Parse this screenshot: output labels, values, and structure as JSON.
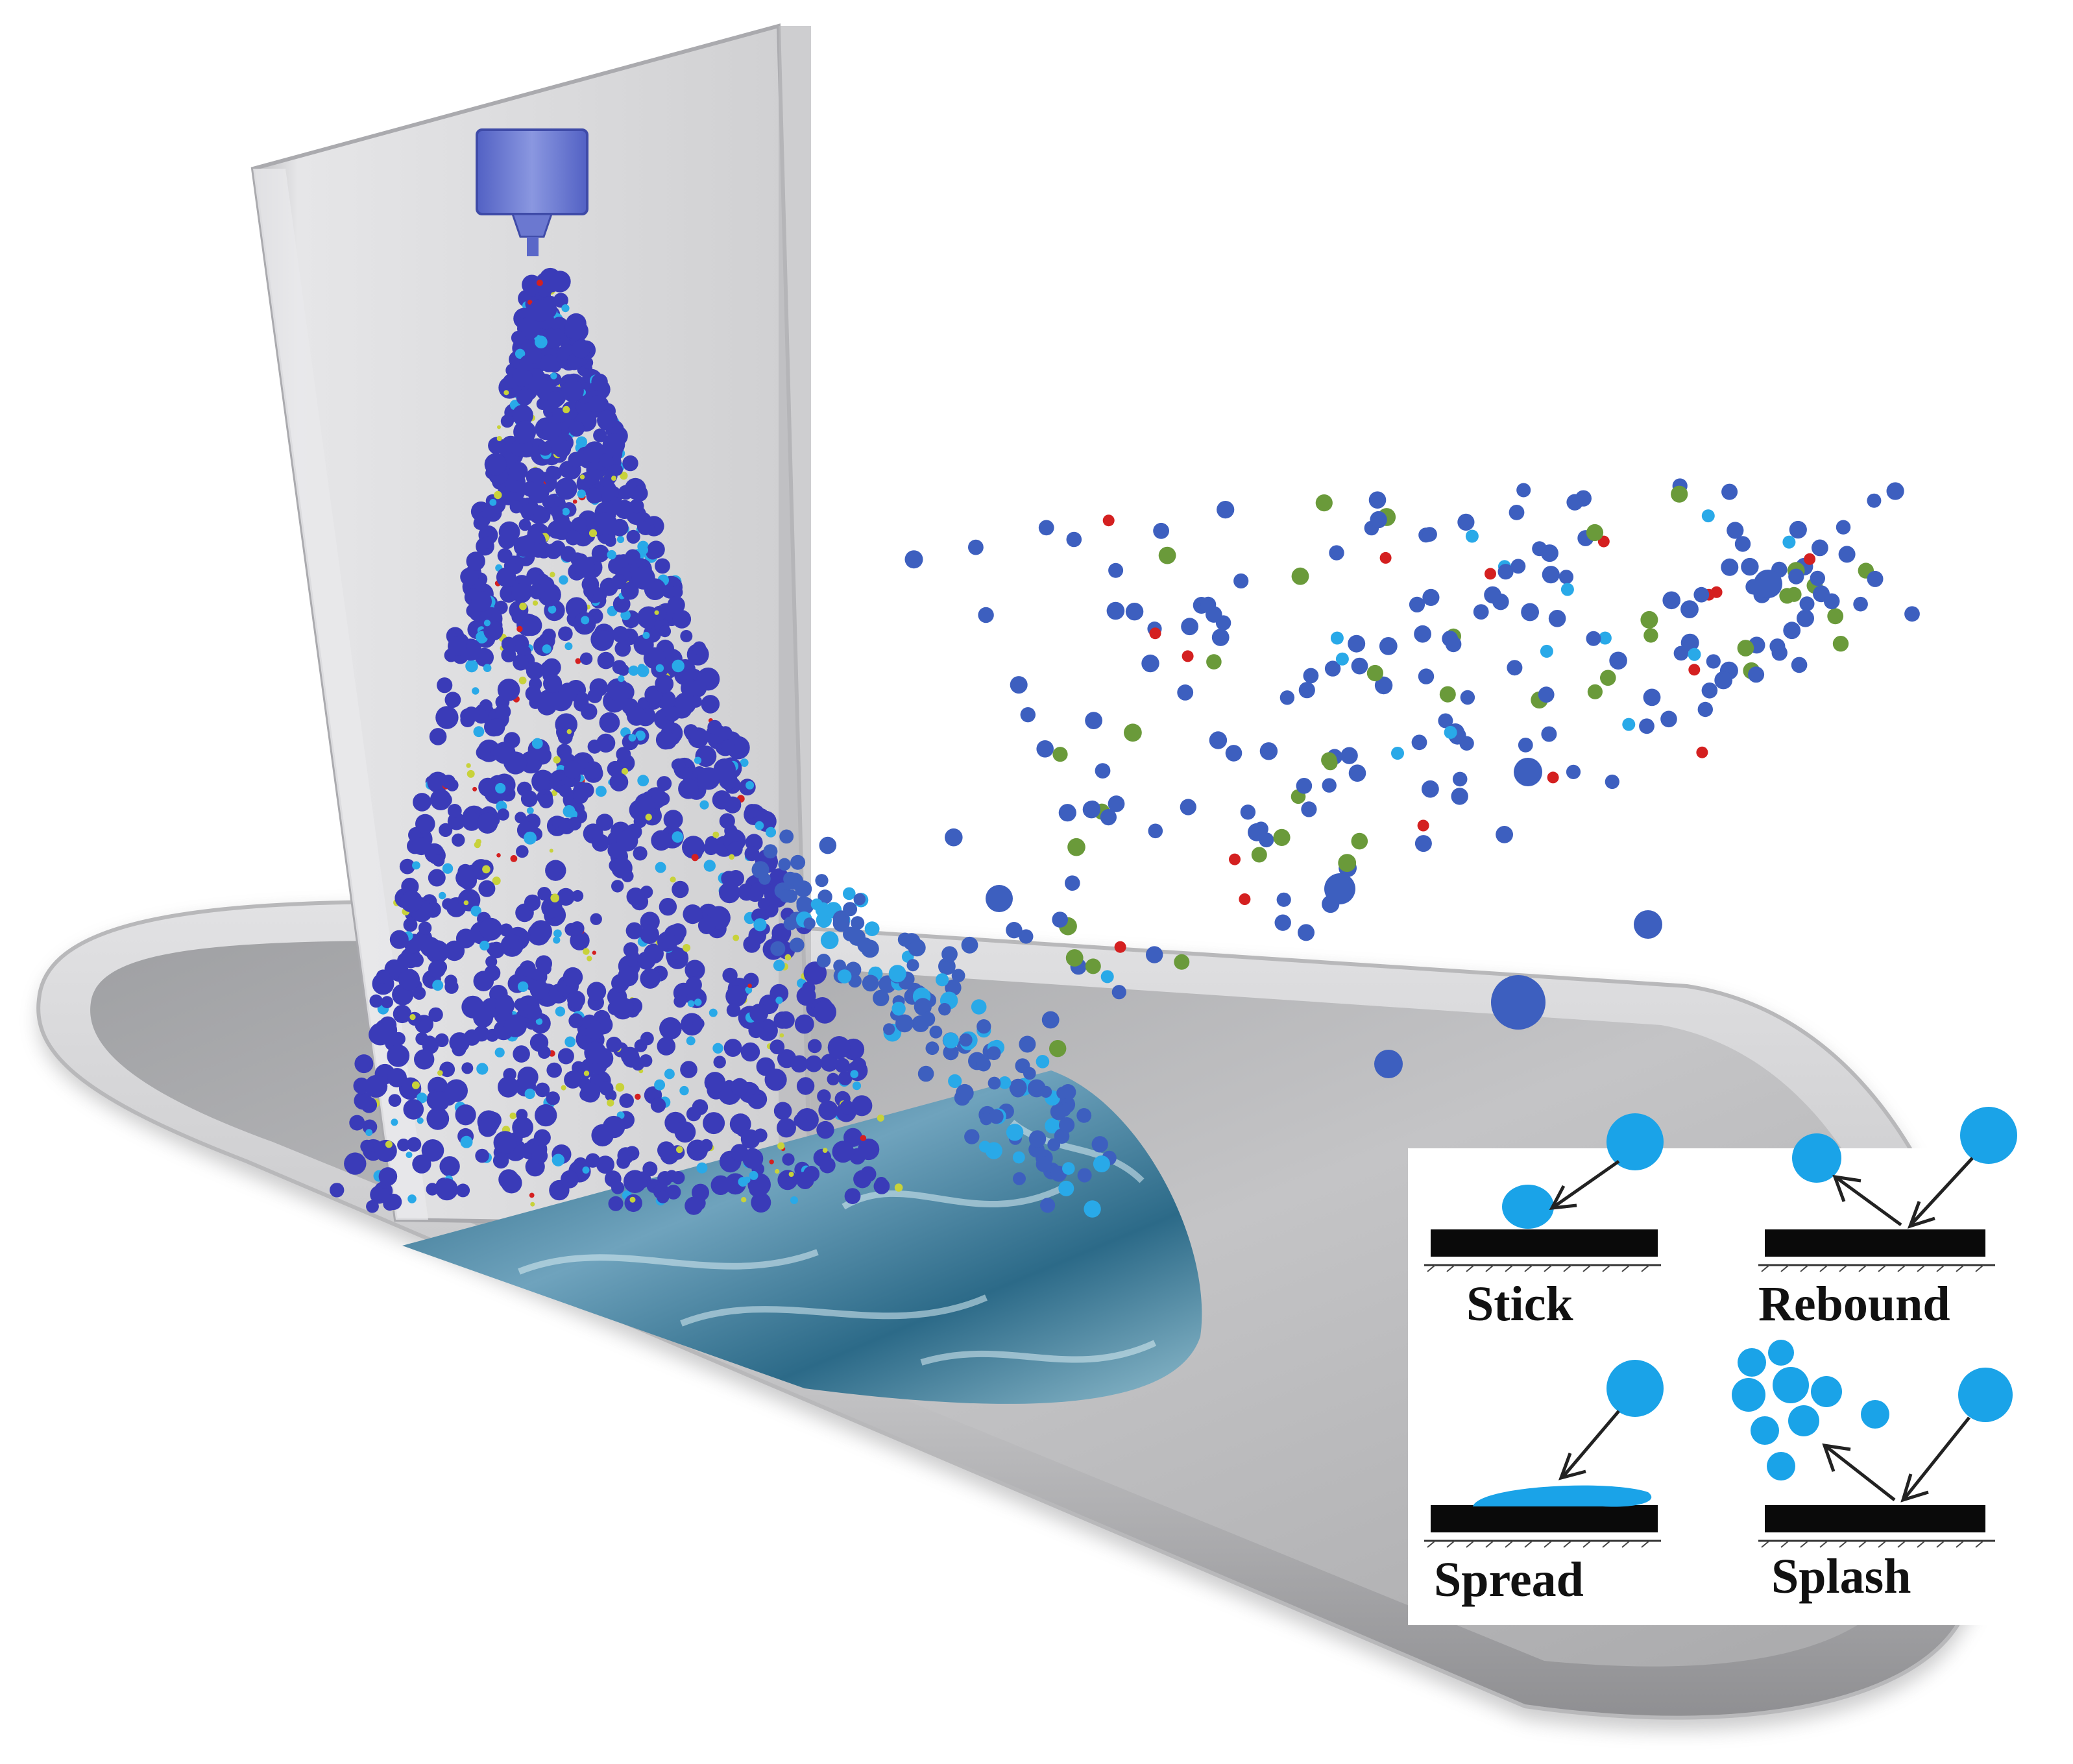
{
  "colors": {
    "background": "#ffffff",
    "surface_light": "#d7d7d9",
    "surface_dark": "#9c9c9e",
    "wall_panel": "#cfcfd1",
    "nozzle": "#6f7fd6",
    "droplet_large": "#3a3bb8",
    "droplet_medium": "#3d5fbf",
    "droplet_small_cyan": "#29a9e8",
    "droplet_green": "#6a9a3a",
    "droplet_red": "#d42020",
    "film": "#2f6f8f",
    "impact_drop": "#1aa3e8",
    "substrate": "#0a0a0a"
  },
  "icons": {
    "nozzle": "spray-nozzle-icon",
    "droplet": "droplet-icon",
    "arrow": "trajectory-arrow-icon"
  },
  "impact_regimes": {
    "stick": "Stick",
    "rebound": "Rebound",
    "spread": "Spread",
    "splash": "Splash"
  }
}
